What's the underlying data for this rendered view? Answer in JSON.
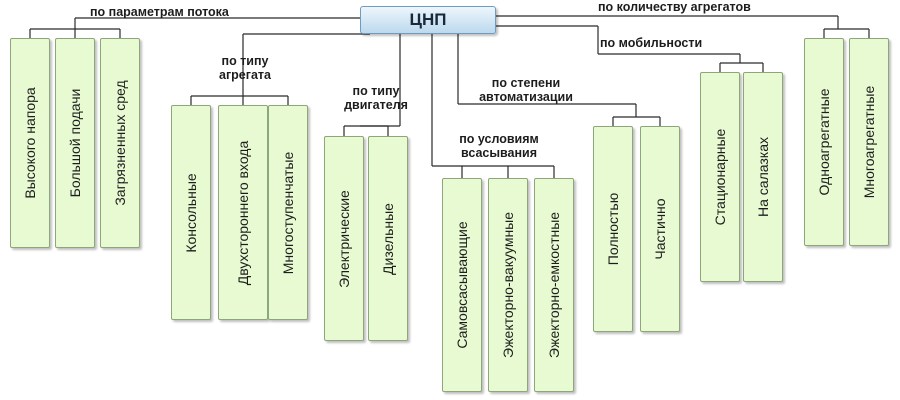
{
  "root": {
    "label": "ЦНП"
  },
  "groups": {
    "flow": {
      "label": "по параметрам потока",
      "items": [
        "Высокого напора",
        "Большой подачи",
        "Загрязненных сред"
      ]
    },
    "unit_type": {
      "label_line1": "по типу",
      "label_line2": "агрегата",
      "items": [
        "Консольные",
        "Двухстороннего входа",
        "Многоступенчатые"
      ]
    },
    "engine_type": {
      "label_line1": "по типу",
      "label_line2": "двигателя",
      "items": [
        "Электрические",
        "Дизельные"
      ]
    },
    "suction": {
      "label_line1": "по условиям",
      "label_line2": "всасывания",
      "items": [
        "Самовсасывающие",
        "Эжекторно-вакуумные",
        "Эжекторно-емкостные"
      ]
    },
    "automation": {
      "label_line1": "по степени",
      "label_line2": "автоматизации",
      "items": [
        "Полностью",
        "Частично"
      ]
    },
    "mobility": {
      "label": "по мобильности",
      "items": [
        "Стационарные",
        "На салазках"
      ]
    },
    "units_count": {
      "label": "по количеству агрегатов",
      "items": [
        "Одноагрегатные",
        "Многоагрегатные"
      ]
    }
  }
}
